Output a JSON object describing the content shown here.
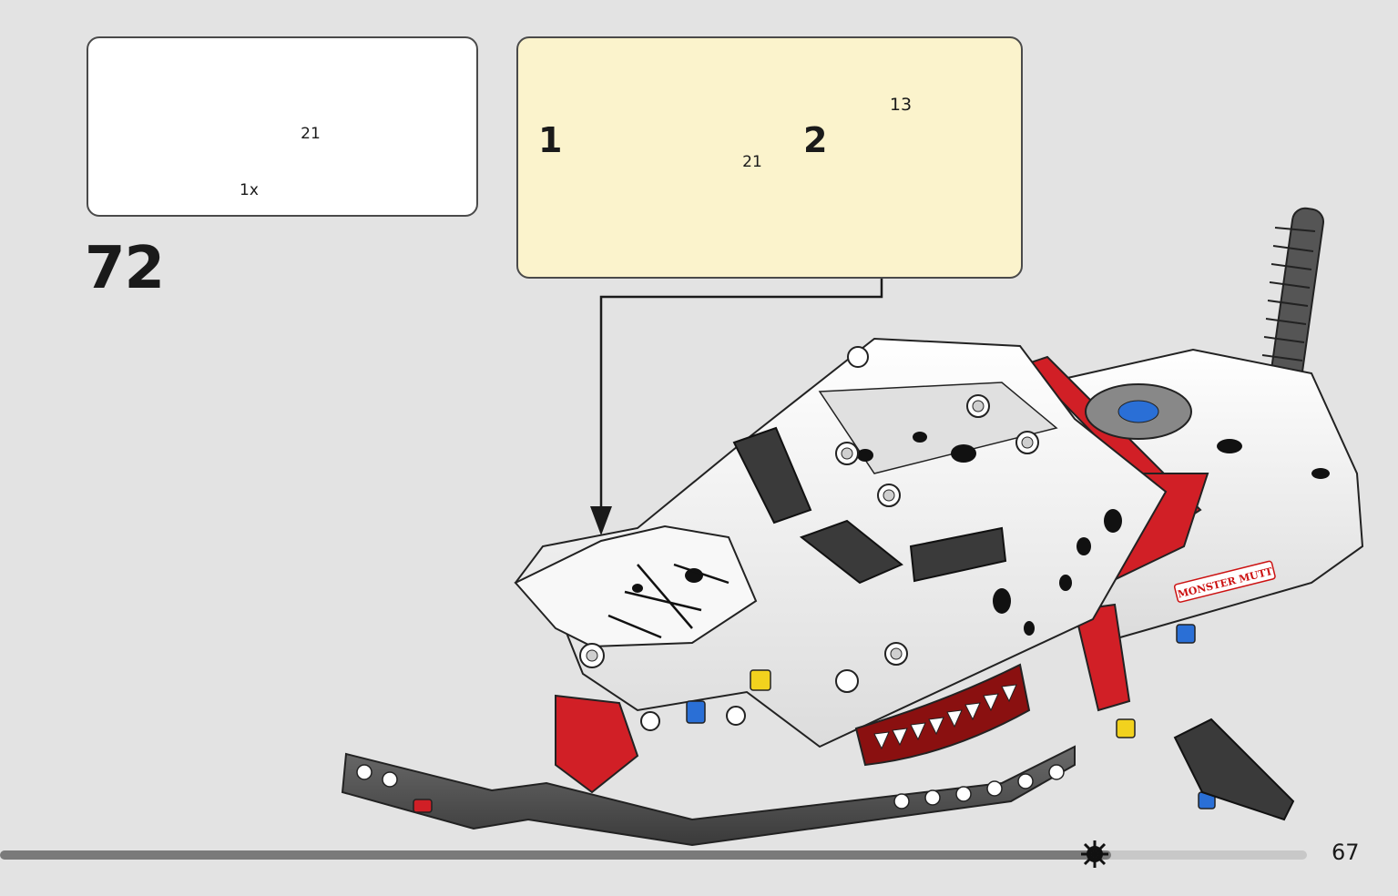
{
  "parts_list": {
    "quantity": "1x",
    "callout": "21"
  },
  "step": {
    "number": "72"
  },
  "sub_assembly": {
    "steps": [
      {
        "number": "1",
        "callout": "21"
      },
      {
        "number": "2",
        "sticker": "13"
      }
    ]
  },
  "model": {
    "decal_text": "MONSTER MUTT"
  },
  "footer": {
    "page_number": "67",
    "progress": 0.85,
    "progress_icon": "gear-icon"
  },
  "colors": {
    "background": "#e3e3e3",
    "callout_bg": "#fbf3cc",
    "accent_red": "#d11f26",
    "axle_blue": "#2a6fd6",
    "axle_yellow": "#f2d21e"
  }
}
